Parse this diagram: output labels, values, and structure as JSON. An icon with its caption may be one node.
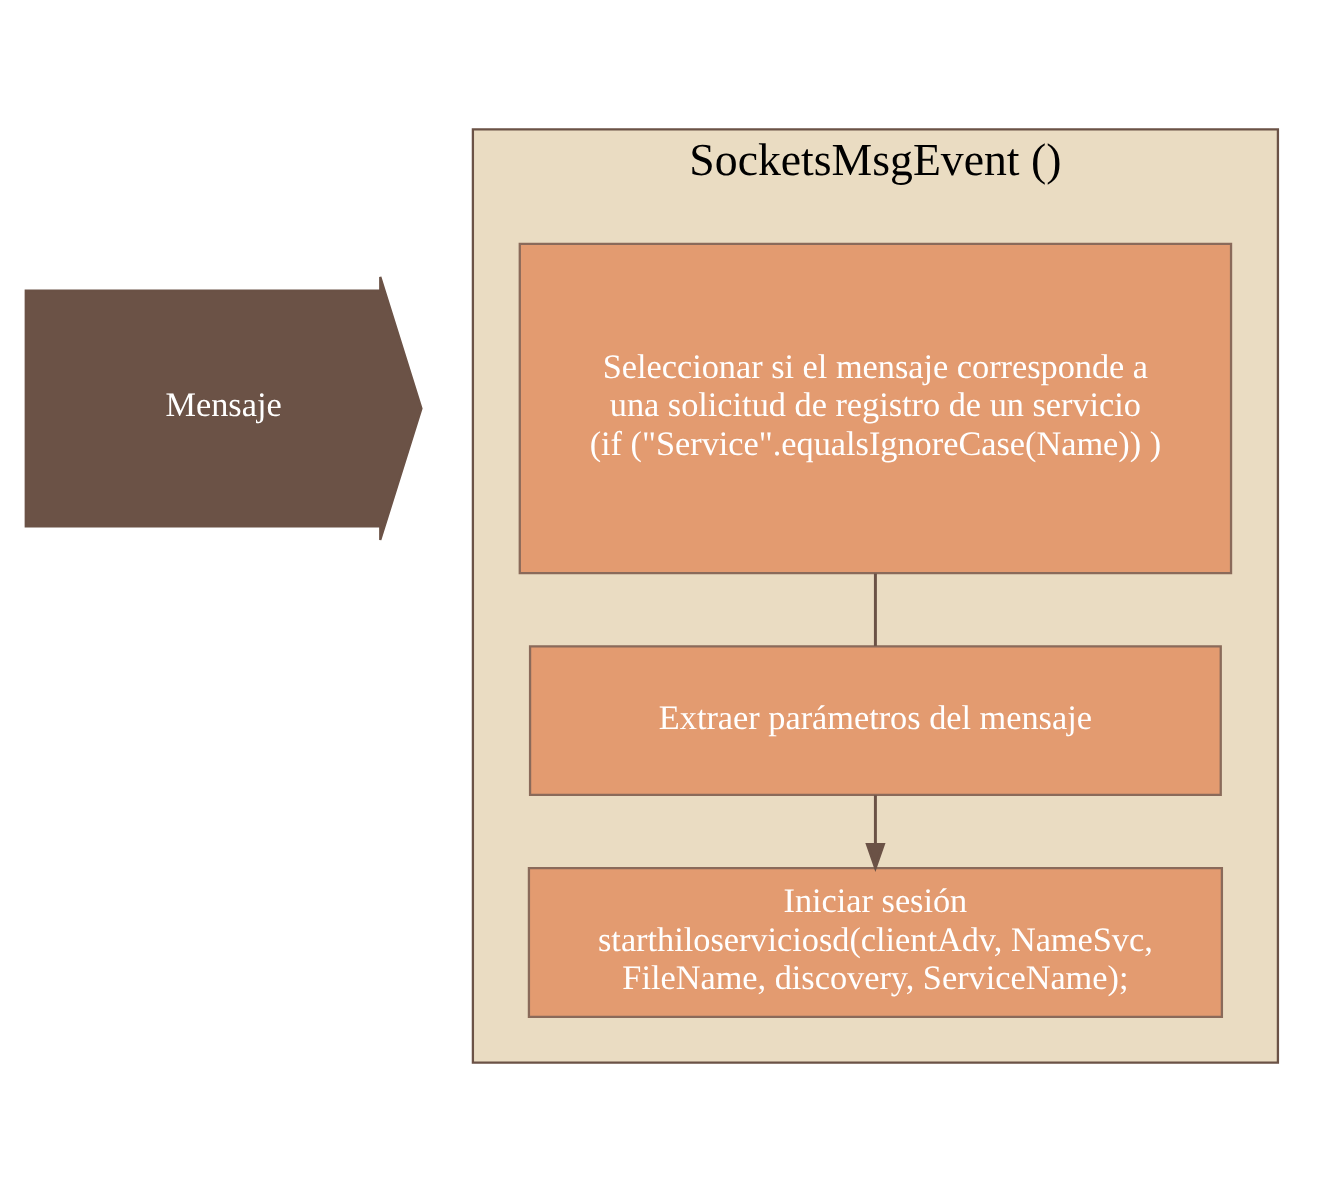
{
  "diagram": {
    "nodes": [
      {
        "text": [
          "Mensaje"
        ]
      },
      {
        "text": [
          "SocketsMsgEvent ()"
        ]
      },
      {
        "text": [
          "Seleccionar si el mensaje corresponde a  una solicitud de registro de un servicio",
          "(if (\"Service\".equalsIgnoreCase(Name)) )"
        ],
        "in": 1
      },
      {
        "text": [
          "Extraer parámetros del mensaje"
        ],
        "in": 1
      },
      {
        "text": [
          "Iniciar sesión",
          "starthiloserviciosd(clientAdv, NameSvc, FileName, discovery, ServiceName);"
        ],
        "in": 1
      }
    ],
    "edges": [
      {
        "from": 2,
        "to": 3,
        "arrow": "none"
      },
      {
        "from": 3,
        "to": 4,
        "arrow": "to"
      }
    ]
  }
}
